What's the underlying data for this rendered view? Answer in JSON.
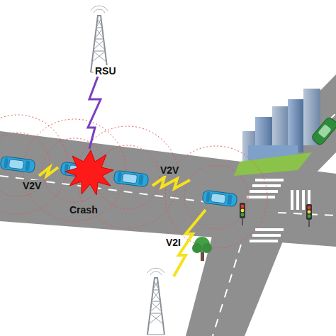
{
  "diagram": {
    "labels": [
      "RSU",
      "V2V",
      "Crash",
      "V2V",
      "V2I"
    ]
  }
}
